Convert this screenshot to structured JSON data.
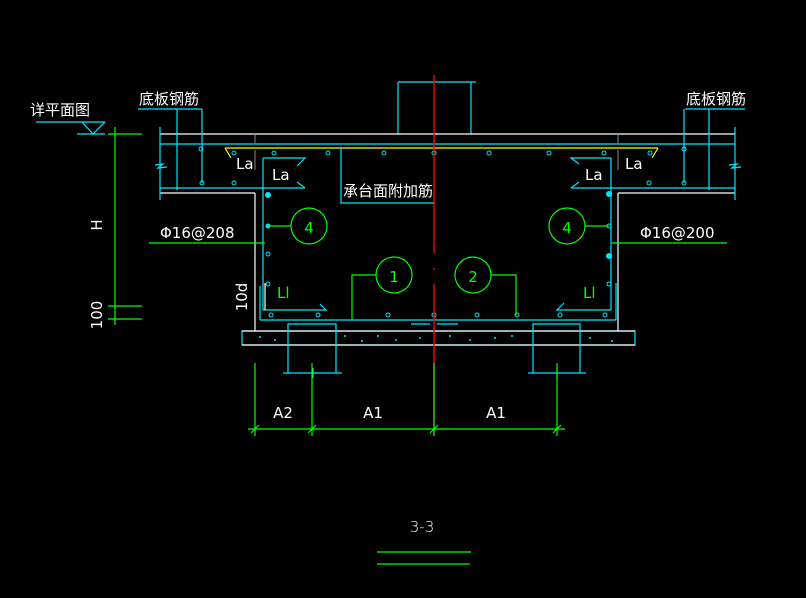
{
  "drawing": {
    "title": "3-3",
    "labels": {
      "plan_ref": "详平面图",
      "slab_rebar_left": "底板钢筋",
      "slab_rebar_right": "底板钢筋",
      "cap_top_extra": "承台面附加筋",
      "rebar_left": "Φ16@208",
      "rebar_right": "Φ16@200",
      "la_outer_left": "La",
      "la_inner_left": "La",
      "la_outer_right": "La",
      "la_inner_right": "La",
      "ll_left": "Ll",
      "ll_right": "Ll",
      "dim_h": "H",
      "dim_100": "100",
      "dim_10d": "10d",
      "dim_a2": "A2",
      "dim_a1_left": "A1",
      "dim_a1_right": "A1"
    },
    "markers": [
      "4",
      "1",
      "2",
      "4"
    ],
    "colors": {
      "background": "#000000",
      "cyan": "#00e5ff",
      "green": "#00ff00",
      "red": "#ff0000",
      "yellow": "#ffff00",
      "white": "#ffffff"
    }
  }
}
